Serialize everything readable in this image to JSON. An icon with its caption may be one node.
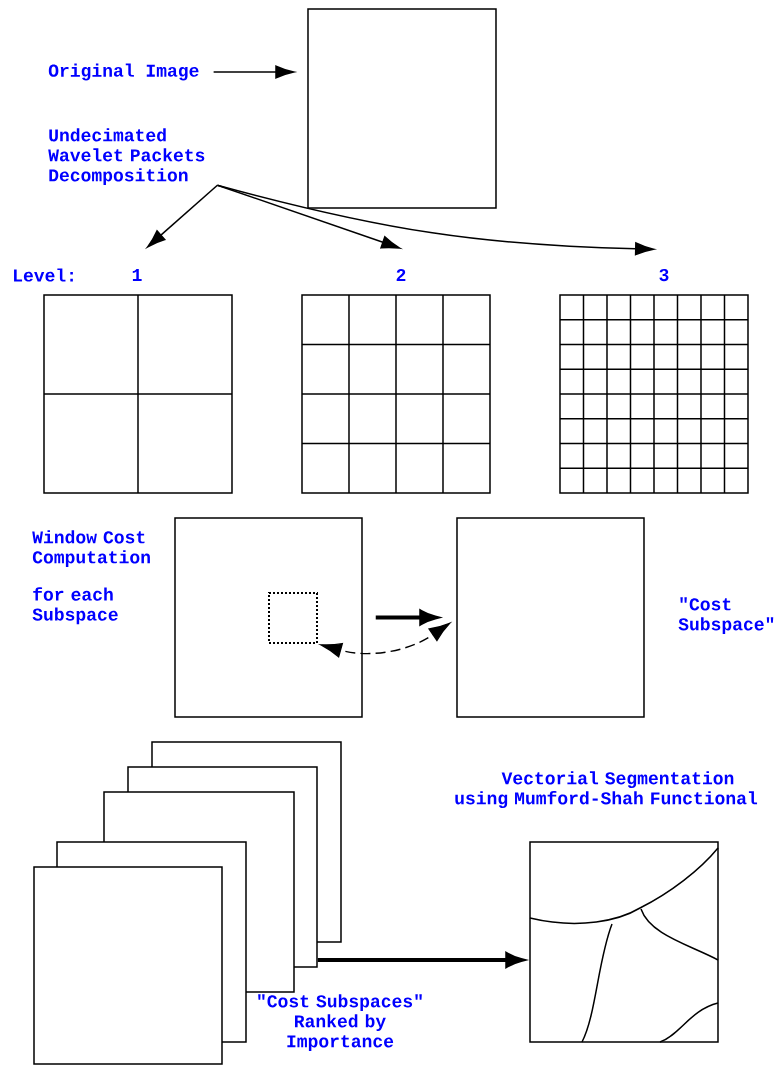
{
  "diagram": {
    "nodes": [
      {
        "text": [
          "Original Image"
        ]
      },
      {
        "text": [],
        "shape": "box"
      },
      {
        "text": [
          "Undecimated Wavelet Packets Decomposition"
        ]
      },
      {
        "text": [],
        "shape": "box",
        "beside": [
          "1"
        ]
      },
      {
        "text": [],
        "shape": "box",
        "beside": [
          "2"
        ]
      },
      {
        "text": [],
        "shape": "box",
        "beside": [
          "3"
        ]
      },
      {
        "text": [],
        "shape": "box"
      },
      {
        "text": [],
        "shape": "box",
        "in": 6
      },
      {
        "text": [],
        "shape": "box",
        "beside": [
          "\"Cost Subspace\""
        ]
      },
      {
        "text": [],
        "shape": "box"
      },
      {
        "text": [],
        "shape": "box"
      },
      {
        "text": [],
        "shape": "box"
      },
      {
        "text": [],
        "shape": "box"
      },
      {
        "text": [],
        "shape": "box"
      },
      {
        "text": [
          "Vectorial Segmentation using Mumford-Shah Functional"
        ]
      }
    ],
    "edges": [
      {
        "from": 0,
        "to": 1,
        "arrow": "to"
      },
      {
        "from": 2,
        "to": 3,
        "arrow": "to"
      },
      {
        "from": 2,
        "to": 4,
        "arrow": "to"
      },
      {
        "from": 2,
        "to": 5,
        "arrow": "to"
      },
      {
        "from": 6,
        "to": 8,
        "arrow": "to",
        "style": "thick"
      },
      {
        "from": 7,
        "to": 8,
        "arrow": "both",
        "style": "dashed"
      },
      {
        "from": 12,
        "to": 14,
        "arrow": "to",
        "style": "thick"
      }
    ],
    "labels": [
      "Level:",
      "Window Cost Computation",
      "for each Subspace",
      "\"Cost Subspaces\" Ranked by Importance"
    ]
  }
}
